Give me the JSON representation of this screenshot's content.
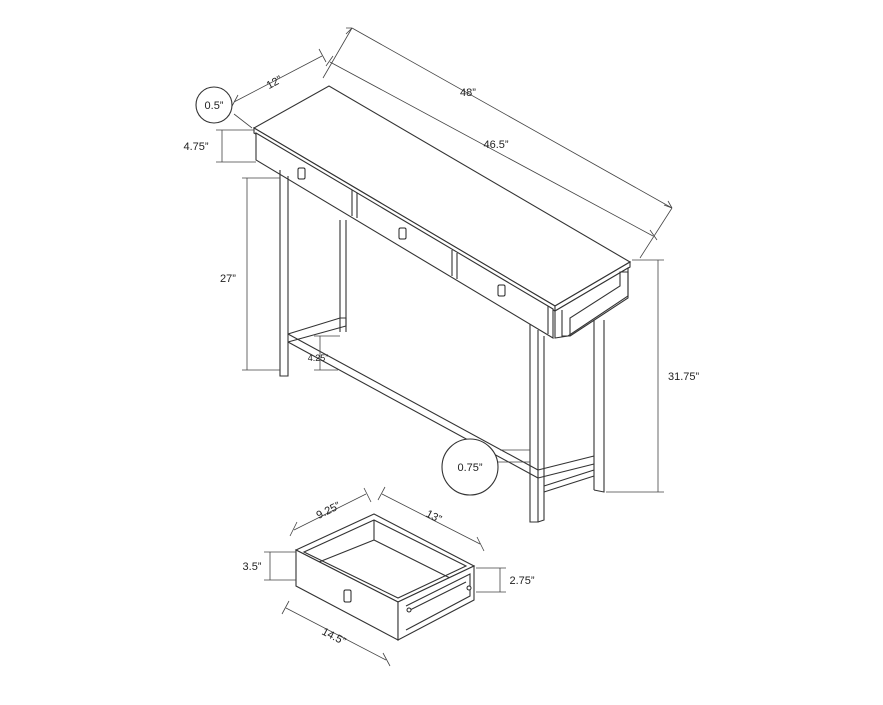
{
  "table_dims": {
    "depth": "12”",
    "width_total": "48”",
    "width_inner": "46.5”",
    "top_thickness": "0.5”",
    "drawer_face_height": "4.75”",
    "leg_height_under_apron": "27”",
    "stretcher_height": "4.25”",
    "total_height": "31.75”",
    "leg_thickness": "0.75”"
  },
  "drawer_dims": {
    "inner_depth": "9.25”",
    "inner_width": "13”",
    "front_height": "3.5”",
    "inner_height": "2.75”",
    "front_width": "14.5”"
  },
  "colors": {
    "line": "#333333",
    "background": "#ffffff"
  }
}
